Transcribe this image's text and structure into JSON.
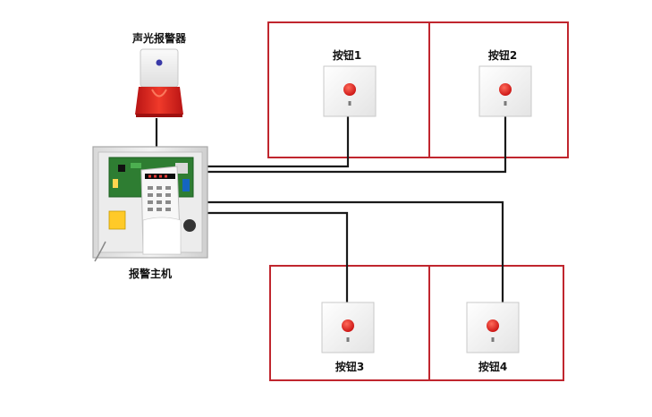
{
  "labels": {
    "siren": "声光报警器",
    "host": "报警主机",
    "button1": "按钮1",
    "button2": "按钮2",
    "button3": "按钮3",
    "button4": "按钮4"
  },
  "colors": {
    "zone_border": "#c0262e",
    "wire": "#1a1a1a",
    "siren_red": "#e02020",
    "button_red": "#e31b1b",
    "panel_green": "#2e7d32"
  },
  "icons": {
    "siren": "siren-icon",
    "host": "alarm-host-icon",
    "button": "emergency-button-icon"
  }
}
